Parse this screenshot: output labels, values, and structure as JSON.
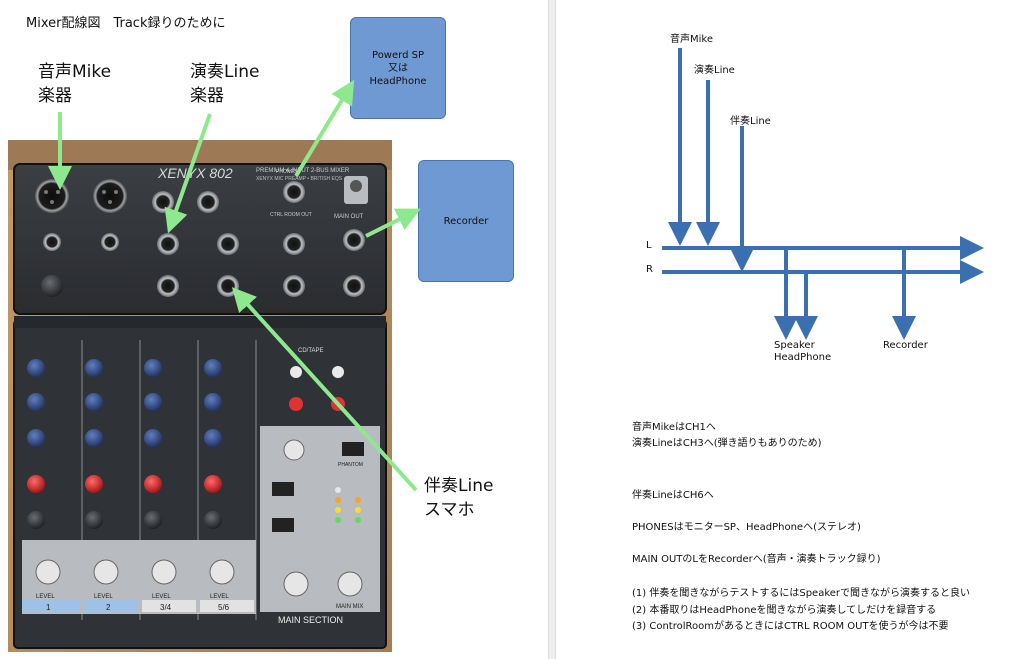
{
  "colors": {
    "arrow_green": "#8ee98e",
    "box_fill": "#6f99d2",
    "signal_blue": "#3a6fb0"
  },
  "left_page": {
    "title": "Mixer配線図　Track録りのために",
    "label_mike": "音声Mike\n楽器",
    "label_line": "演奏Line\n楽器",
    "label_accompaniment": "伴奏Line\nスマホ",
    "box_speaker": "Powerd SP\n又は\nHeadPhone",
    "box_recorder": "Recorder",
    "mixer": {
      "brand_text": "XENYX 802",
      "top_text": "PREMIUM 4-INPUT 2-BUS MIXER",
      "sub_text": "XENYX MIC PREAMP • BRITISH EQS",
      "main_out": "MAIN OUT",
      "phones": "PHONES",
      "ctrl_room_out": "CTRL ROOM OUT",
      "cd_tape": "CD/TAPE",
      "main_section": "MAIN SECTION",
      "main_mix": "MAIN MIX",
      "channel_labels": [
        "1",
        "2",
        "3/4",
        "5/6"
      ],
      "level": "LEVEL",
      "phantom": "PHANTOM"
    }
  },
  "right_page": {
    "diagram": {
      "inputs": [
        "音声Mike",
        "演奏Line",
        "伴奏Line"
      ],
      "bus_left": "L",
      "bus_right": "R",
      "out_speaker": "Speaker\nHeadPhone",
      "out_recorder": "Recorder"
    },
    "notes": [
      "音声MikeはCH1へ",
      "演奏LineはCH3へ(弾き語りもありのため)",
      "伴奏LineはCH6へ",
      "PHONESはモニターSP、HeadPhoneへ(ステレオ)",
      "MAIN OUTのLをRecorderへ(音声・演奏トラック録り)",
      "(1) 伴奏を聞きながらテストするにはSpeakerで聞きながら演奏すると良い",
      "(2) 本番取りはHeadPhoneを聞きながら演奏してしだけを録音する",
      "(3) ControlRoomがあるときにはCTRL ROOM OUTを使うが今は不要"
    ]
  }
}
